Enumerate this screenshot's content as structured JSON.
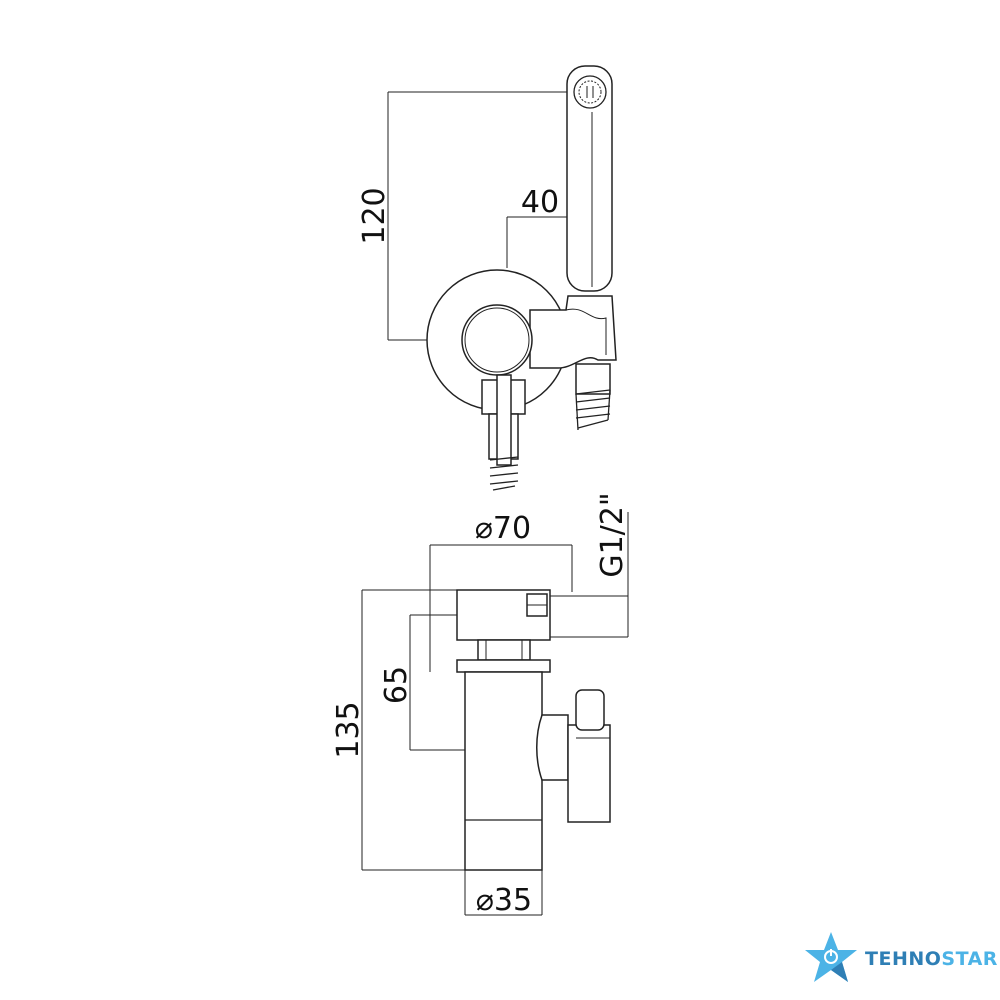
{
  "top_view": {
    "dim_height": "120",
    "dim_offset": "40"
  },
  "side_view": {
    "dim_plate_diameter": "⌀70",
    "dim_thread": "G1/2\"",
    "dim_total_depth": "135",
    "dim_valve_depth": "65",
    "dim_body_diameter": "⌀35"
  },
  "logo": {
    "part1": "TEHNO",
    "part2": "STAR",
    "colors": {
      "dark": "#2f7fb5",
      "light": "#4cb3e6"
    }
  }
}
